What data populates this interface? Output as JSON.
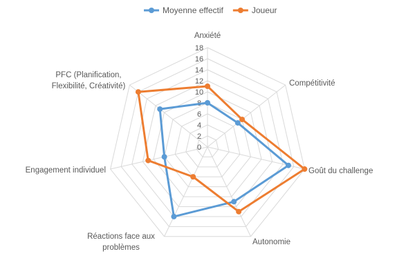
{
  "chart_data": {
    "type": "radar",
    "title": "",
    "categories": [
      "Anxiété",
      "Compétitivité",
      "Goût du challenge",
      "Autonomie",
      "Réactions face aux problèmes",
      "Engagement individuel",
      "PFC (Planification, Flexibilité, Créativité)"
    ],
    "category_lines": [
      [
        "Anxiété"
      ],
      [
        "Compétitivité"
      ],
      [
        "Goût du challenge"
      ],
      [
        "Autonomie"
      ],
      [
        "Réactions face aux",
        "problèmes"
      ],
      [
        "Engagement individuel"
      ],
      [
        "PFC (Planification,",
        "Flexibilité, Créativité)"
      ]
    ],
    "series": [
      {
        "name": "Moyenne effectif",
        "color": "#5b9bd5",
        "values": [
          8,
          7,
          15,
          11,
          14,
          8,
          11
        ]
      },
      {
        "name": "Joueur",
        "color": "#ed7d31",
        "values": [
          11,
          8,
          18,
          13,
          6,
          11,
          16
        ]
      }
    ],
    "ticks": [
      "0",
      "2",
      "4",
      "6",
      "8",
      "10",
      "12",
      "14",
      "16",
      "18"
    ],
    "rlim": [
      0,
      18
    ],
    "legend": "top",
    "grid": true
  }
}
